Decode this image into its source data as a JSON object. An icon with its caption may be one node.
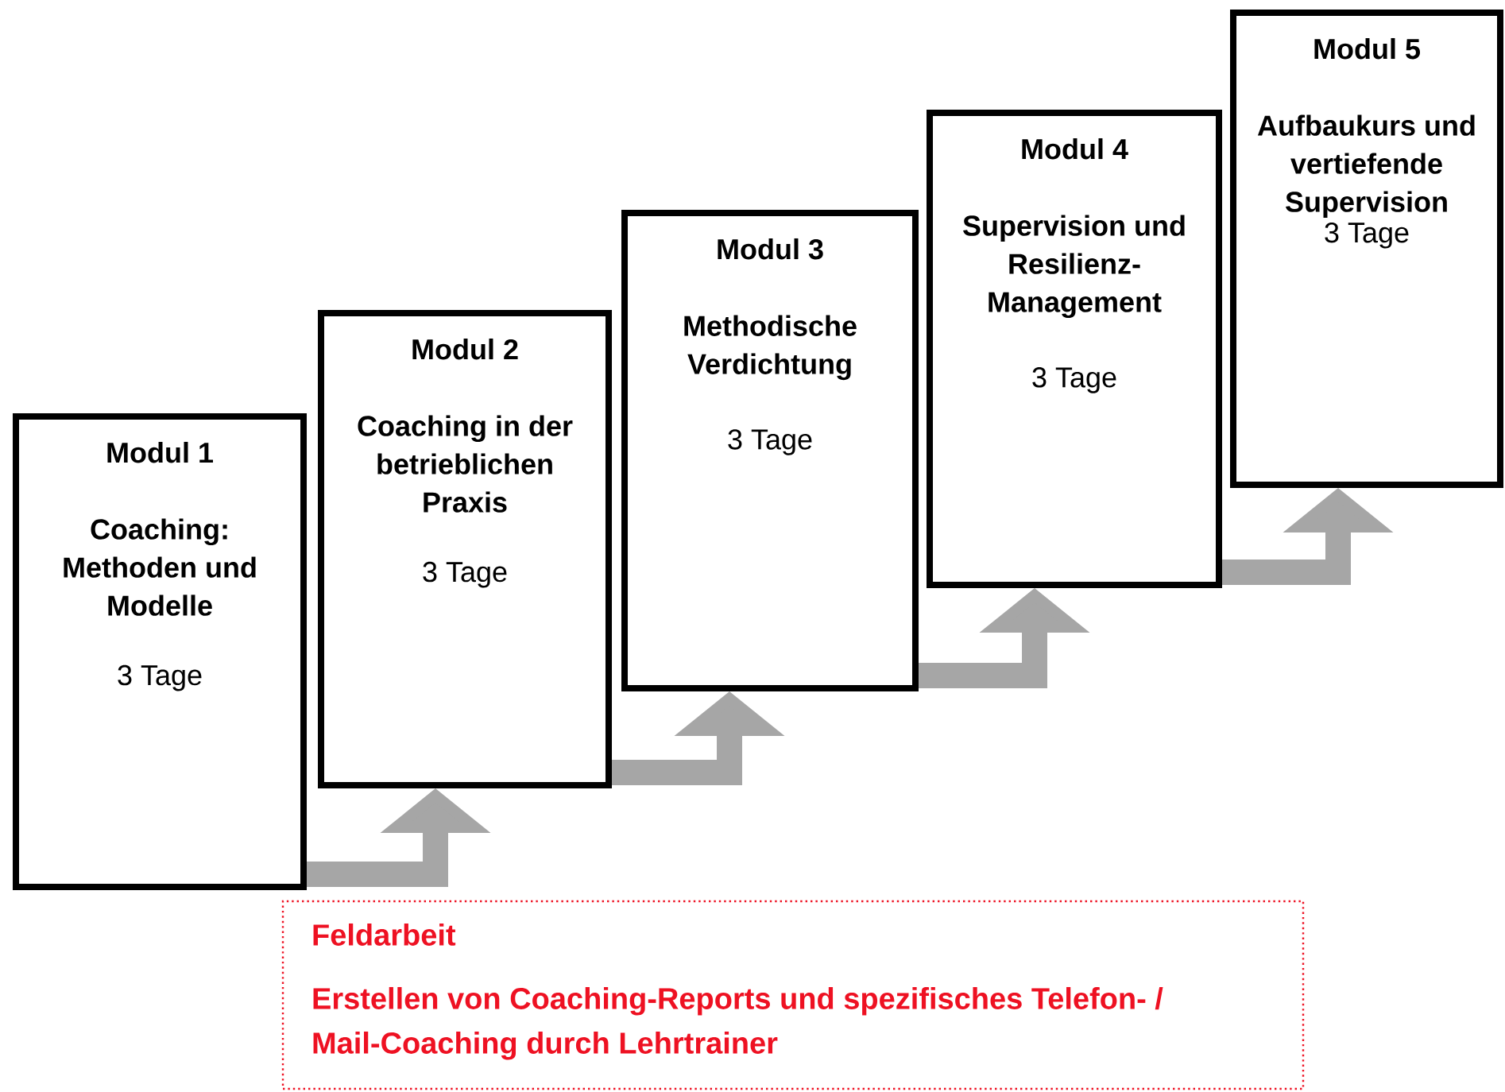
{
  "diagram": {
    "nodes": [
      {
        "text": [
          "Modul 1",
          "Coaching: Methoden und Modelle",
          "3 Tage"
        ]
      },
      {
        "text": [
          "Modul 2",
          "Coaching in der betrieblichen Praxis",
          "3 Tage"
        ]
      },
      {
        "text": [
          "Modul 3",
          "Methodische Verdichtung",
          "3 Tage"
        ]
      },
      {
        "text": [
          "Modul 4",
          "Supervision und Resilienz-Management",
          "3 Tage"
        ]
      },
      {
        "text": [
          "Modul 5",
          "Aufbaukurs und vertiefende Supervision",
          "3 Tage"
        ]
      },
      {
        "text": [
          "Feldarbeit",
          "Erstellen von Coaching-Reports und spezifisches Telefon- / Mail-Coaching durch Lehrtrainer"
        ]
      }
    ],
    "edges": [
      {
        "from": 0,
        "to": 1,
        "arrow": "to"
      },
      {
        "from": 1,
        "to": 2,
        "arrow": "to"
      },
      {
        "from": 2,
        "to": 3,
        "arrow": "to"
      },
      {
        "from": 3,
        "to": 4,
        "arrow": "to"
      }
    ]
  }
}
